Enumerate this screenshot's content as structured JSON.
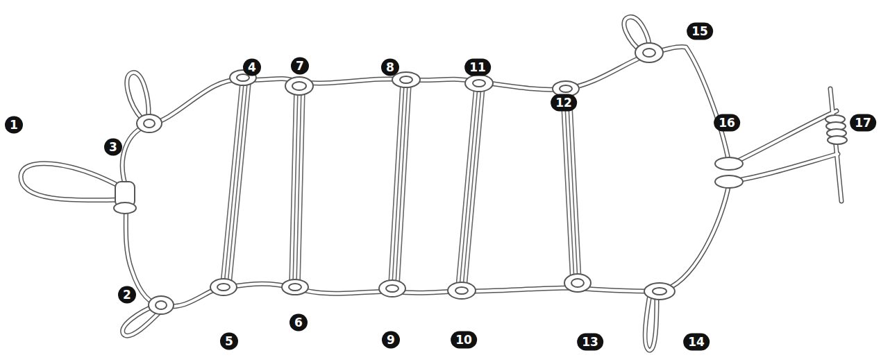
{
  "diagram": {
    "labels": [
      "1",
      "2",
      "3",
      "4",
      "5",
      "6",
      "7",
      "8",
      "9",
      "10",
      "11",
      "12",
      "13",
      "14",
      "15",
      "16",
      "17"
    ]
  }
}
